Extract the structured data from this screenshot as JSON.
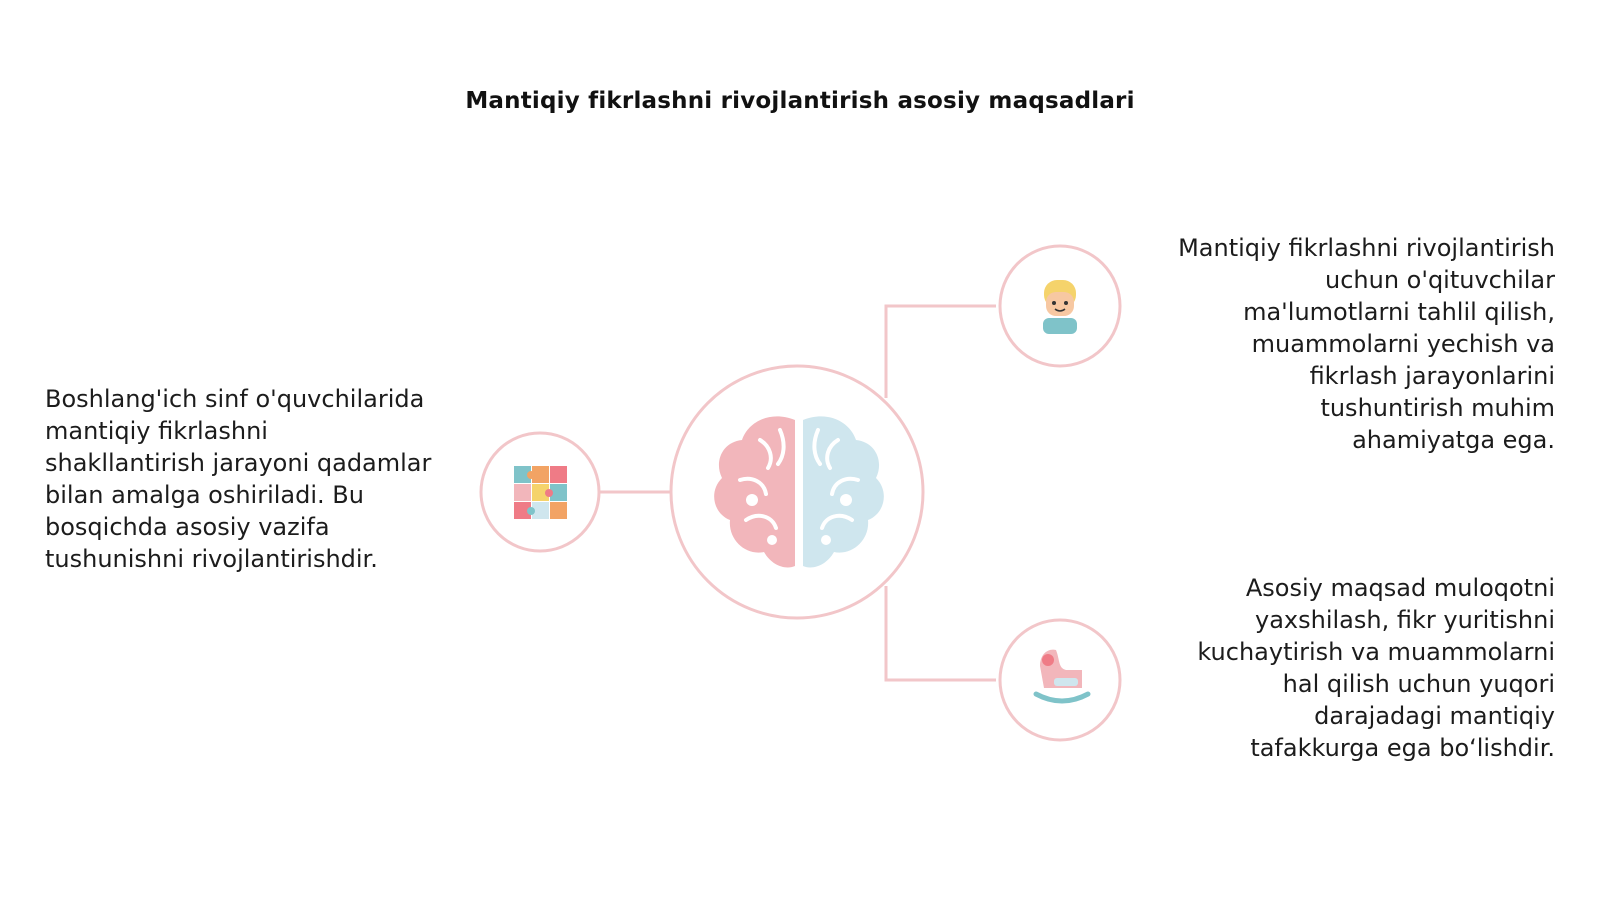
{
  "title": "Mantiqiy fikrlashni rivojlantirish asosiy maqsadlari",
  "nodes": {
    "left": {
      "icon": "puzzle-icon",
      "text": "Boshlang'ich sinf o'quvchilarida mantiqiy fikrlashni shakllantirish jarayoni qadamlar bilan amalga oshiriladi. Bu bosqichda asosiy vazifa tushunishni rivojlantirishdir."
    },
    "center": {
      "icon": "brain-icon"
    },
    "right_top": {
      "icon": "teacher-icon",
      "text": "Mantiqiy fikrlashni rivojlantirish uchun o'qituvchilar ma'lumotlarni tahlil qilish, muammolarni yechish va fikrlash jarayonlarini tushuntirish muhim ahamiyatga ega."
    },
    "right_bottom": {
      "icon": "rocking-horse-icon",
      "text": "Asosiy maqsad muloqotni yaxshilash, fikr yuritishni kuchaytirish va muammolarni hal qilish uchun yuqori darajadagi mantiqiy tafakkurga ega bo‘lishdir."
    }
  },
  "colors": {
    "connector": "#f2c6c9",
    "brain_left": "#f2b6bb",
    "brain_right": "#cfe6ee",
    "accent_yellow": "#f5d36b",
    "accent_teal": "#7fc3c9",
    "accent_orange": "#f2a364"
  }
}
